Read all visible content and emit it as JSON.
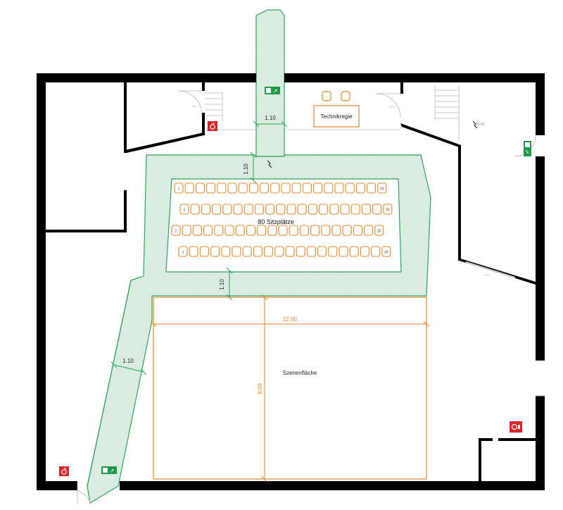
{
  "plan": {
    "seats_label": "80 Sitzplätze",
    "stage_label": "Szenenfläche",
    "control_room_label": "Technikregie",
    "dimensions": {
      "corridor_top": "1.10",
      "corridor_top_vertical": "1.10",
      "aisle_front": "1.10",
      "ramp": "1.10",
      "stage_width": "12.00",
      "stage_depth": "8.00"
    },
    "seating": {
      "rows": 4,
      "seats_per_row": 20,
      "first_seat_label": "1",
      "last_seat_label": "20"
    },
    "level_marks": [
      "±0,00"
    ],
    "colors": {
      "wall": "#000000",
      "escape_route": "#2fa35a",
      "escape_fill": "#e4f1e8",
      "seat": "#e8872a",
      "stage": "#e8872a",
      "exit_sign": "#1e9a4a",
      "fire_equipment": "#d9262b"
    },
    "icons": [
      "emergency-exit-sign-icon",
      "fire-extinguisher-icon",
      "fire-hose-icon",
      "electric-socket-icon"
    ]
  }
}
